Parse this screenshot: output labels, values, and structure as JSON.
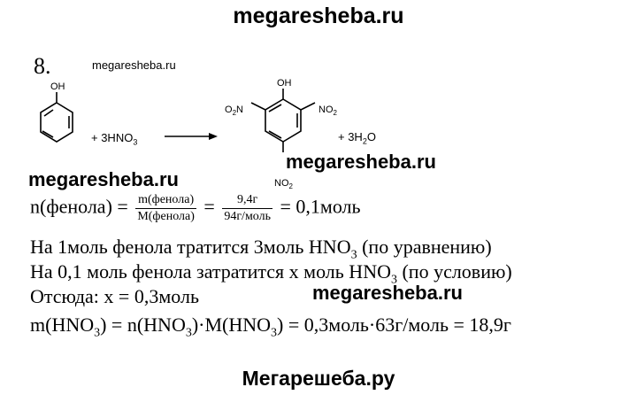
{
  "watermarks": {
    "top": "megaresheba.ru",
    "small": "megaresheba.ru",
    "mid": "megaresheba.ru",
    "left": "megaresheba.ru",
    "right": "megaresheba.ru",
    "bottom": "Мегарешеба.ру"
  },
  "problem_number": "8.",
  "reaction": {
    "phenol_oh": "OH",
    "reagent_prefix": "+ 3HNO",
    "reagent_sub": "3",
    "product_oh": "OH",
    "o2n_o": "O",
    "o2n_sub": "2",
    "o2n_n": "N",
    "no2_right_n": "NO",
    "no2_right_sub": "2",
    "no2_bottom_n": "NO",
    "no2_bottom_sub": "2",
    "byproduct_prefix": "+ 3H",
    "byproduct_sub": "2",
    "byproduct_suffix": "O"
  },
  "solution": {
    "line1_left": "n(фенола) =",
    "frac1_num": "m(фенола)",
    "frac1_den": "M(фенола)",
    "eq1": "=",
    "frac2_num": "9,4г",
    "frac2_den": "94г/моль",
    "result1": "= 0,1моль",
    "line2_a": "На 1моль фенола тратится 3моль HNO",
    "line2_sub": "3",
    "line2_b": " (по уравнению)",
    "line3_a": "На 0,1 моль фенола затратится x моль HNO",
    "line3_sub": "3",
    "line3_b": " (по условию)",
    "line4": "Отсюда: x = 0,3моль",
    "line5_a": "m(HNO",
    "line5_s1": "3",
    "line5_b": ") = n(HNO",
    "line5_s2": "3",
    "line5_c": ")·M(HNO",
    "line5_s3": "3",
    "line5_d": ") = 0,3моль·63г/моль = 18,9г"
  }
}
